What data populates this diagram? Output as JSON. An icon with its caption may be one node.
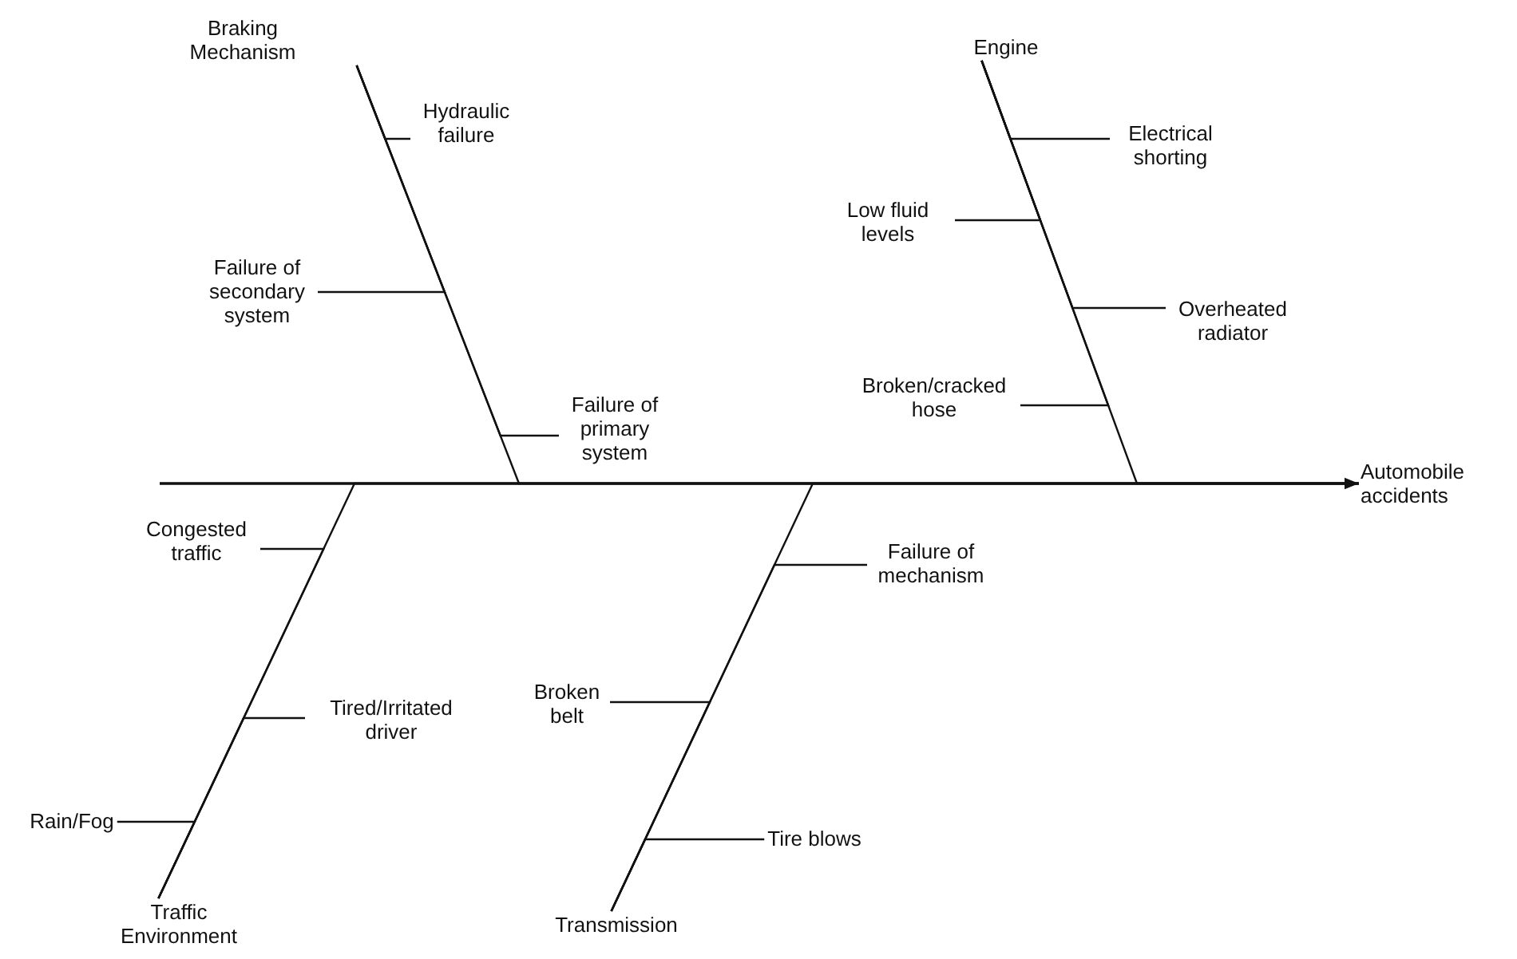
{
  "diagram": {
    "nodes": [
      {
        "text": [
          "Braking Mechanism"
        ]
      },
      {
        "text": [
          "Engine"
        ]
      },
      {
        "text": [
          "Hydraulic failure"
        ]
      },
      {
        "text": [
          "Electrical shorting"
        ]
      },
      {
        "text": [
          "Low fluid levels"
        ]
      },
      {
        "text": [
          "Failure of secondary system"
        ]
      },
      {
        "text": [
          "Overheated radiator"
        ]
      },
      {
        "text": [
          "Broken/cracked hose"
        ]
      },
      {
        "text": [
          "Failure of primary system"
        ]
      },
      {
        "text": [
          "Automobile accidents"
        ]
      },
      {
        "text": [
          "Congested traffic"
        ]
      },
      {
        "text": [
          "Failure of mechanism"
        ]
      },
      {
        "text": [
          "Broken belt"
        ]
      },
      {
        "text": [
          "Tired/Irritated driver"
        ]
      },
      {
        "text": [
          "Rain/Fog"
        ]
      },
      {
        "text": [
          "Tire blows"
        ]
      },
      {
        "text": [
          "Traffic Environment"
        ]
      },
      {
        "text": [
          "Transmission"
        ]
      }
    ],
    "edges": [
      {
        "from": null,
        "to": 9,
        "arrow": "to"
      },
      {
        "from": 0,
        "to": 9,
        "arrow": "none"
      },
      {
        "from": 1,
        "to": 9,
        "arrow": "none"
      },
      {
        "from": 16,
        "to": 9,
        "arrow": "none"
      },
      {
        "from": 17,
        "to": 9,
        "arrow": "none"
      },
      {
        "from": 2,
        "to": 0,
        "arrow": "none"
      },
      {
        "from": 5,
        "to": 0,
        "arrow": "none"
      },
      {
        "from": 8,
        "to": 0,
        "arrow": "none"
      },
      {
        "from": 3,
        "to": 1,
        "arrow": "none"
      },
      {
        "from": 4,
        "to": 1,
        "arrow": "none"
      },
      {
        "from": 6,
        "to": 1,
        "arrow": "none"
      },
      {
        "from": 7,
        "to": 1,
        "arrow": "none"
      },
      {
        "from": 10,
        "to": 16,
        "arrow": "none"
      },
      {
        "from": 13,
        "to": 16,
        "arrow": "none"
      },
      {
        "from": 14,
        "to": 16,
        "arrow": "none"
      },
      {
        "from": 11,
        "to": 17,
        "arrow": "none"
      },
      {
        "from": 12,
        "to": 17,
        "arrow": "none"
      },
      {
        "from": 15,
        "to": 17,
        "arrow": "none"
      }
    ]
  }
}
